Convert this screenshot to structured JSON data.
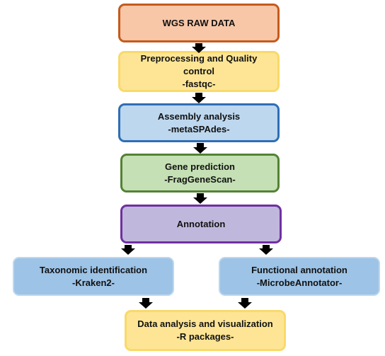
{
  "diagram": {
    "steps": {
      "wgs": {
        "lines": [
          "WGS RAW DATA"
        ]
      },
      "preprocessing": {
        "lines": [
          "Preprocessing and Quality",
          "control",
          "-fastqc-"
        ]
      },
      "assembly": {
        "lines": [
          "Assembly analysis",
          "-metaSPAdes-"
        ]
      },
      "gene": {
        "lines": [
          "Gene prediction",
          "-FragGeneScan-"
        ]
      },
      "annotation": {
        "lines": [
          "Annotation"
        ]
      },
      "taxonomic": {
        "lines": [
          "Taxonomic identification",
          "-Kraken2-"
        ]
      },
      "functional": {
        "lines": [
          "Functional annotation",
          "-MicrobeAnnotator-"
        ]
      },
      "analysis": {
        "lines": [
          "Data analysis and visualization",
          "-R packages-"
        ]
      }
    },
    "colors": {
      "wgs_fill": "#f7c7a8",
      "wgs_border": "#c55a1c",
      "yellow_fill": "#fde595",
      "yellow_border": "#f9d96a",
      "assembly_fill": "#bdd7ee",
      "assembly_border": "#2f6eb5",
      "gene_fill": "#c5e0b4",
      "gene_border": "#548235",
      "annotation_fill": "#c0b8dc",
      "annotation_border": "#7030a0",
      "branch_fill": "#9dc3e6",
      "arrow": "#000000"
    },
    "connections": [
      {
        "from": "wgs",
        "to": "preprocessing"
      },
      {
        "from": "preprocessing",
        "to": "assembly"
      },
      {
        "from": "assembly",
        "to": "gene"
      },
      {
        "from": "gene",
        "to": "annotation"
      },
      {
        "from": "annotation",
        "to": "taxonomic"
      },
      {
        "from": "annotation",
        "to": "functional"
      },
      {
        "from": "taxonomic",
        "to": "analysis"
      },
      {
        "from": "functional",
        "to": "analysis"
      }
    ]
  }
}
